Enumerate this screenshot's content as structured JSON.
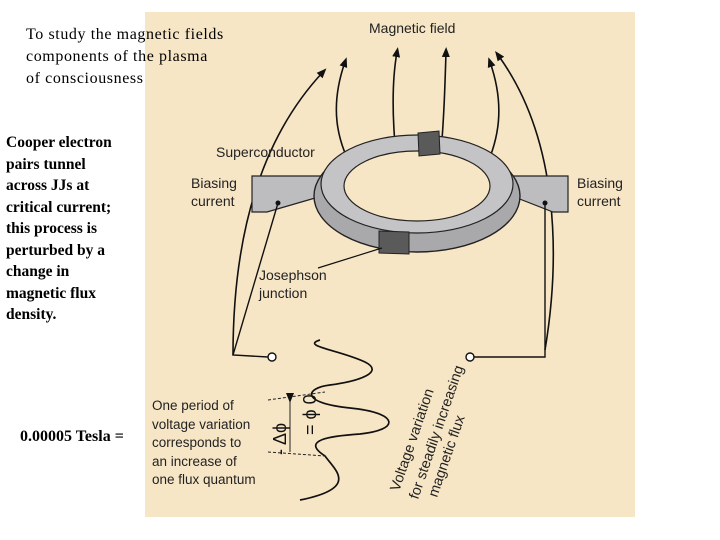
{
  "slide": {
    "title": "To study the magnetic fields\ncomponents of  the plasma\nof consciousness",
    "side_note": "Cooper electron\npairs tunnel\nacross JJs at\ncritical current;\nthis process  is\nperturbed by  a\nchange in\nmagnetic flux\ndensity.",
    "tesla_note": "0.00005 Tesla ="
  },
  "diagram": {
    "magnetic_field": "Magnetic field",
    "superconductor": "Superconductor",
    "biasing_current_left": "Biasing\ncurrent",
    "biasing_current_right": "Biasing\ncurrent",
    "josephson_junction": "Josephson\njunction",
    "one_period": "One period of\nvoltage variation\ncorresponds to\nan increase of\none flux quantum",
    "delta_phi": "- Δϕ",
    "phi0": "= ϕ 0",
    "voltage_line1": "Voltage variation",
    "voltage_line2": "for steadily increasing",
    "voltage_line3": "magnetic flux"
  },
  "colors": {
    "panel_background": "#f7e6c6",
    "ring": "#a9a9ab",
    "junction": "#5a5a5a",
    "lines": "#111111"
  }
}
